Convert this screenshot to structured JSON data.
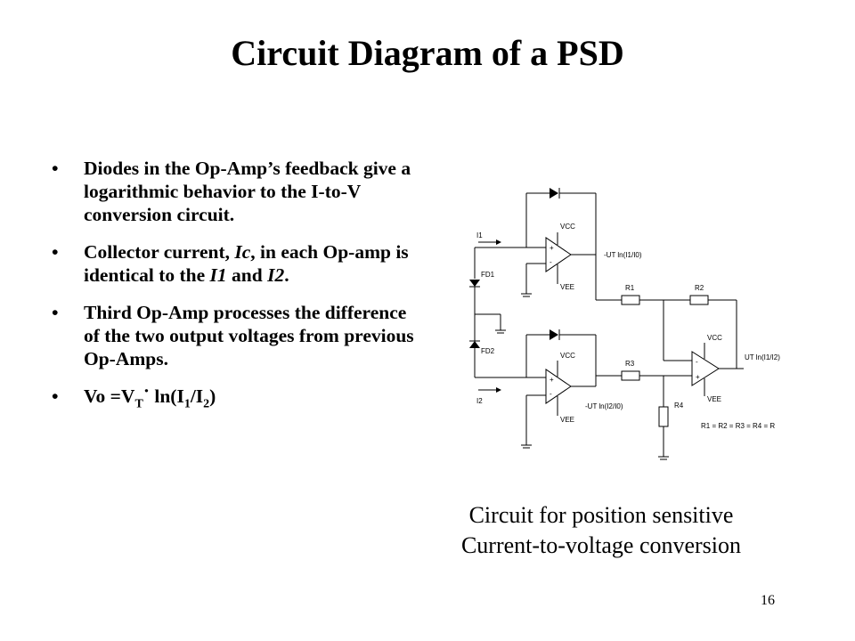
{
  "slide": {
    "title": "Circuit Diagram of a PSD",
    "page_number": "16"
  },
  "bullets": [
    {
      "text": "Diodes in the Op-Amp’s feedback give a logarithmic behavior to the I-to-V conversion circuit."
    },
    {
      "pre": "Collector current, ",
      "ic": "Ic",
      "mid": ", in each Op-amp is identical to the ",
      "i1": "I1",
      "and": " and ",
      "i2": "I2",
      "end": "."
    },
    {
      "text": "Third Op-Amp processes the difference of the two output voltages from previous Op-Amps."
    },
    {
      "eq_pre": "Vo =V",
      "eq_sub_t": "T",
      "eq_dot": "·",
      "eq_ln": " ln(I",
      "eq_sub_1": "1",
      "eq_slash": "/I",
      "eq_sub_2": "2",
      "eq_close": ")"
    }
  ],
  "bullet_symbol": "•",
  "caption": {
    "line1": "Circuit for position sensitive",
    "line2": "Current-to-voltage conversion"
  },
  "circuit": {
    "labels": {
      "i1": "I1",
      "i2": "I2",
      "fd1": "FD1",
      "fd2": "FD2",
      "vcc1": "VCC",
      "vee1": "VEE",
      "vcc2": "VCC",
      "vee2": "VEE",
      "vcc3": "VCC",
      "vee3": "VEE",
      "r1": "R1",
      "r2": "R2",
      "r3": "R3",
      "r4": "R4",
      "out1": "-UT ln(I1/I0)",
      "out2": "-UT ln(I2/I0)",
      "out3": "UT ln(I1/I2)",
      "equality": "R1 = R2 = R3 = R4 = R",
      "plus": "+",
      "minus": "-"
    }
  }
}
